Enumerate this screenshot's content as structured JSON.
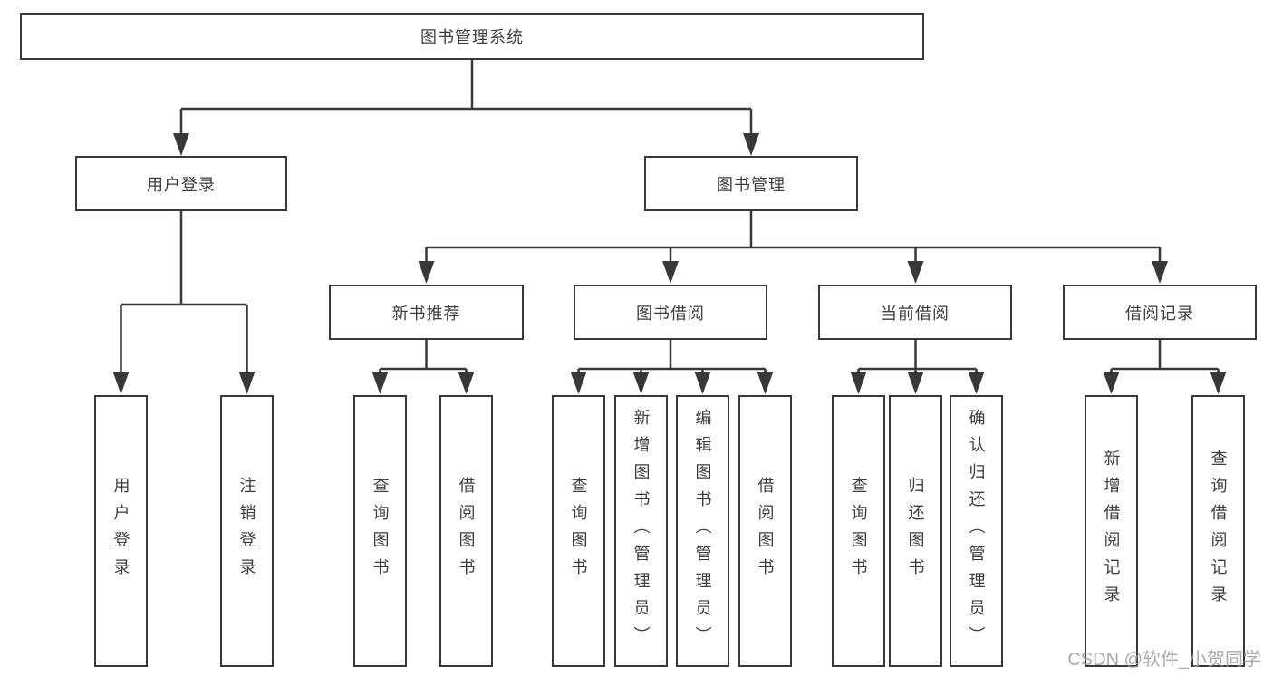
{
  "diagram": {
    "root": {
      "label": "图书管理系统"
    },
    "l2": [
      {
        "label": "用户登录"
      },
      {
        "label": "图书管理"
      }
    ],
    "l3": [
      {
        "label": "新书推荐"
      },
      {
        "label": "图书借阅"
      },
      {
        "label": "当前借阅"
      },
      {
        "label": "借阅记录"
      }
    ],
    "l4": [
      {
        "label": "用户登录"
      },
      {
        "label": "注销登录"
      },
      {
        "label": "查询图书"
      },
      {
        "label": "借阅图书"
      },
      {
        "label": "查询图书"
      },
      {
        "label": "新增图书（管理员）"
      },
      {
        "label": "编辑图书（管理员）"
      },
      {
        "label": "借阅图书"
      },
      {
        "label": "查询图书"
      },
      {
        "label": "归还图书"
      },
      {
        "label": "确认归还（管理员）"
      },
      {
        "label": "新增借阅记录"
      },
      {
        "label": "查询借阅记录"
      }
    ]
  },
  "watermark": {
    "text": "CSDN @软件_小贺同学"
  },
  "colors": {
    "line": "#383838",
    "text": "#3d3d3d",
    "box-bg": "#ffffff",
    "watermark": "#9c9c9c"
  }
}
